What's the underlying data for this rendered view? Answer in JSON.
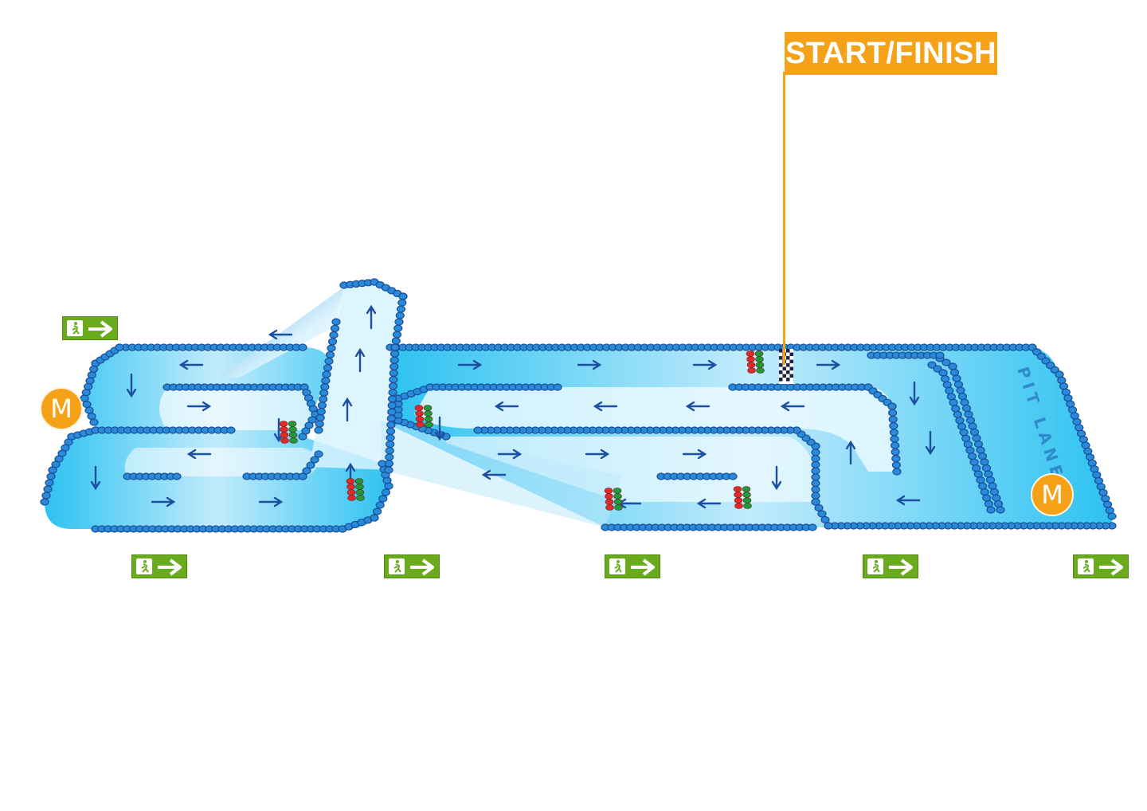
{
  "map": {
    "start_finish_label": "START/FINISH",
    "pit_lane_label": "PIT LANE",
    "metro_marker_label": "M",
    "icons": {
      "exit": "emergency-exit-icon",
      "metro": "metro-icon",
      "direction": "arrow-icon",
      "start_finish": "checkered-line-icon",
      "start_lights": "start-lights-icon"
    },
    "colors": {
      "track": "#1ec3f0",
      "track_light": "#e8f7fe",
      "barrier": "#2a89d8",
      "barrier_dark": "#174f97",
      "arrow": "#1c4fa0",
      "callout": "#f5a219",
      "exit_sign": "#6aab1e",
      "light_red": "#e02a2a",
      "light_green": "#1e9a3a"
    }
  }
}
